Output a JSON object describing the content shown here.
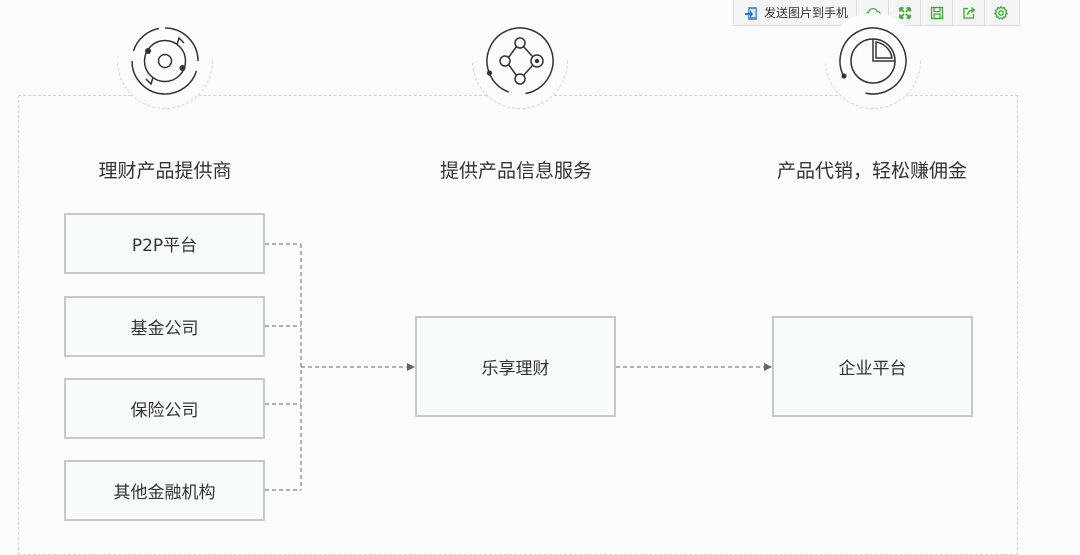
{
  "toolbar": {
    "send_label": "发送图片到手机",
    "icons": [
      "cloud-icon",
      "expand-icon",
      "save-icon",
      "share-icon",
      "settings-icon"
    ],
    "icon_color": "#3aa834"
  },
  "columns": [
    {
      "title": "理财产品提供商",
      "icon": "orbit-icon"
    },
    {
      "title": "提供产品信息服务",
      "icon": "network-icon"
    },
    {
      "title": "产品代销，轻松赚佣金",
      "icon": "pie-chart-icon"
    }
  ],
  "sources": [
    "P2P平台",
    "基金公司",
    "保险公司",
    "其他金融机构"
  ],
  "hub": "乐享理财",
  "target": "企业平台",
  "colors": {
    "box_border": "#c8c8c8",
    "box_fill": "#f7fbfc",
    "line": "#666666",
    "icon_stroke": "#333333"
  }
}
